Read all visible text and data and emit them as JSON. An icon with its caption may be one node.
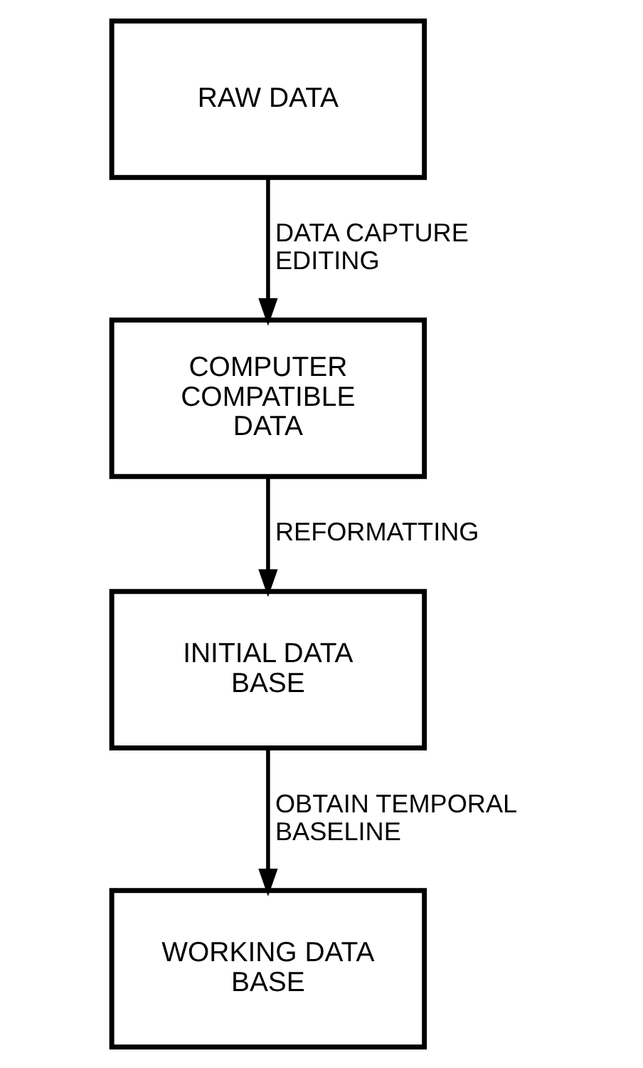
{
  "diagram": {
    "nodes": [
      {
        "text": [
          "RAW DATA"
        ]
      },
      {
        "text": [
          "COMPUTER COMPATIBLE DATA"
        ]
      },
      {
        "text": [
          "INITIAL DATA BASE"
        ]
      },
      {
        "text": [
          "WORKING DATA BASE"
        ]
      }
    ],
    "edges": [
      {
        "from": 0,
        "to": 1,
        "arrow": "to",
        "label": "DATA CAPTURE EDITING"
      },
      {
        "from": 1,
        "to": 2,
        "arrow": "to",
        "label": "REFORMATTING"
      },
      {
        "from": 2,
        "to": 3,
        "arrow": "to",
        "label": "OBTAIN TEMPORAL BASELINE"
      }
    ]
  }
}
